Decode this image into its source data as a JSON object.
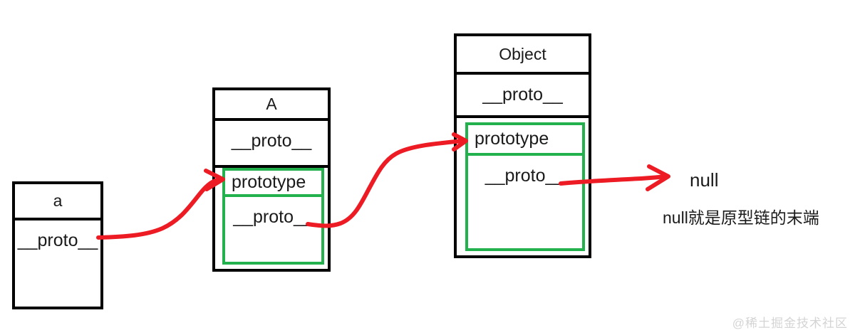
{
  "diagram": {
    "title_semantic": "javascript-prototype-chain-diagram",
    "colors": {
      "box_border": "#000000",
      "prototype_border": "#22b14c",
      "arrow": "#ed1c24",
      "text": "#1a1a1a",
      "background": "#ffffff",
      "watermark": "#d4d4d4"
    },
    "boxes": [
      {
        "id": "instance-a",
        "title": "a",
        "proto_label": "__proto__",
        "has_prototype_section": false
      },
      {
        "id": "constructor-A",
        "title": "A",
        "proto_label": "__proto__",
        "has_prototype_section": true,
        "prototype_label": "prototype",
        "prototype_proto_label": "__proto__"
      },
      {
        "id": "constructor-Object",
        "title": "Object",
        "proto_label": "__proto__",
        "has_prototype_section": true,
        "prototype_label": "prototype",
        "prototype_proto_label": "__proto__"
      }
    ],
    "arrows": [
      {
        "id": "a-proto-to-A-prototype",
        "from": "a.__proto__",
        "to": "A.prototype"
      },
      {
        "id": "A-prototype-proto-to-Object-prototype",
        "from": "A.prototype.__proto__",
        "to": "Object.prototype"
      },
      {
        "id": "Object-prototype-proto-to-null",
        "from": "Object.prototype.__proto__",
        "to": "null"
      }
    ],
    "labels": {
      "null_value": "null",
      "null_note": "null就是原型链的末端"
    },
    "watermark": "@稀土掘金技术社区"
  }
}
